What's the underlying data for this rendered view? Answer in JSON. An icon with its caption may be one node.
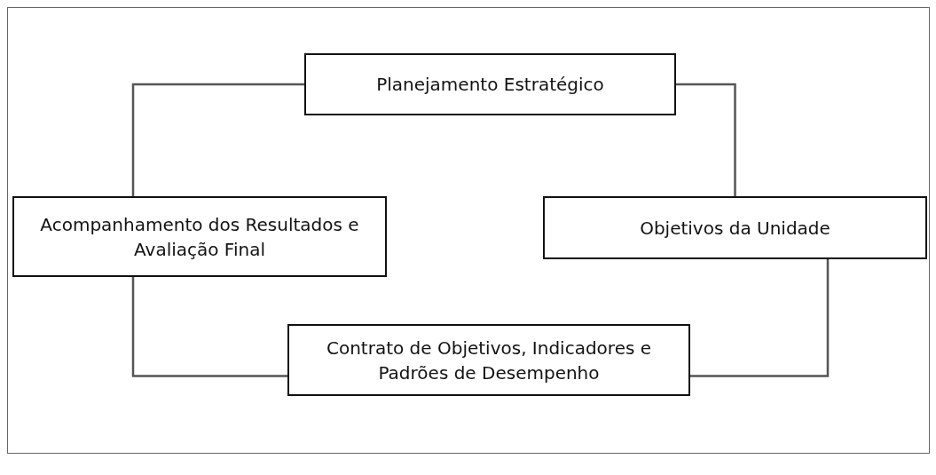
{
  "diagram": {
    "nodes": [
      {
        "text": [
          "Planejamento Estratégico"
        ]
      },
      {
        "text": [
          "Objetivos da Unidade"
        ]
      },
      {
        "text": [
          "Contrato de Objetivos, Indicadores e Padrões de Desempenho"
        ]
      },
      {
        "text": [
          "Acompanhamento dos Resultados e Avaliação Final"
        ]
      }
    ],
    "edges": [
      {
        "from": 0,
        "to": 1,
        "arrow": "none"
      },
      {
        "from": 1,
        "to": 2,
        "arrow": "none"
      },
      {
        "from": 2,
        "to": 3,
        "arrow": "none"
      },
      {
        "from": 3,
        "to": 0,
        "arrow": "none"
      }
    ]
  }
}
